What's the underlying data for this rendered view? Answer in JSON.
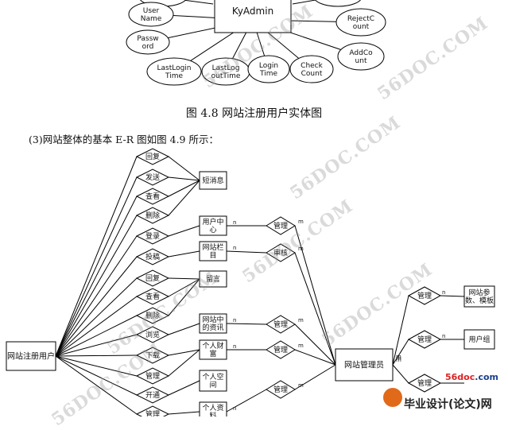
{
  "figure_top": {
    "center_entity": "KyAdmin",
    "attributes": [
      {
        "lines": [
          "User",
          "Name"
        ]
      },
      {
        "lines": [
          "Passw",
          "ord"
        ]
      },
      {
        "lines": [
          "LastLogin",
          "Time"
        ]
      },
      {
        "lines": [
          "LastLog",
          "outTime"
        ]
      },
      {
        "lines": [
          "Login",
          "Time"
        ]
      },
      {
        "lines": [
          "Check",
          "Count"
        ]
      },
      {
        "lines": [
          "RejectC",
          "ount"
        ]
      },
      {
        "lines": [
          "AddCo",
          "unt"
        ]
      }
    ]
  },
  "caption": "图 4.8  网站注册用户实体图",
  "body_text": "(3)网站整体的基本 E-R 图如图 4.9 所示：",
  "er": {
    "user_entity": "网站注册用户",
    "admin_entity": "网站管理员",
    "actions": [
      "回复",
      "发送",
      "查看",
      "删除",
      "登录",
      "投稿",
      "回复",
      "查看",
      "删除",
      "浏览",
      "下载",
      "管理",
      "开通",
      "管理"
    ],
    "entities": [
      {
        "lines": [
          "短消息"
        ]
      },
      {
        "lines": [
          "用户中",
          "心"
        ]
      },
      {
        "lines": [
          "网站栏",
          "目"
        ]
      },
      {
        "lines": [
          "留言"
        ]
      },
      {
        "lines": [
          "网站中",
          "的资讯"
        ]
      },
      {
        "lines": [
          "个人财",
          "富"
        ]
      },
      {
        "lines": [
          "个人空",
          "间"
        ]
      },
      {
        "lines": [
          "个人资",
          "料"
        ]
      }
    ],
    "middle_relations": [
      "管理",
      "审核",
      "管理",
      "管理",
      "管理"
    ],
    "right_relations": [
      "管理",
      "管理",
      "管理"
    ],
    "right_entities": [
      {
        "lines": [
          "网站参",
          "数、模板"
        ]
      },
      {
        "lines": [
          "用户组"
        ]
      }
    ],
    "cardinality_labels": [
      "n",
      "m",
      "1"
    ]
  },
  "watermark": "56DOC.COM",
  "logo": {
    "url_prefix": "56doc",
    "url_suffix": ".com",
    "name": "毕业设计(论文)网"
  }
}
